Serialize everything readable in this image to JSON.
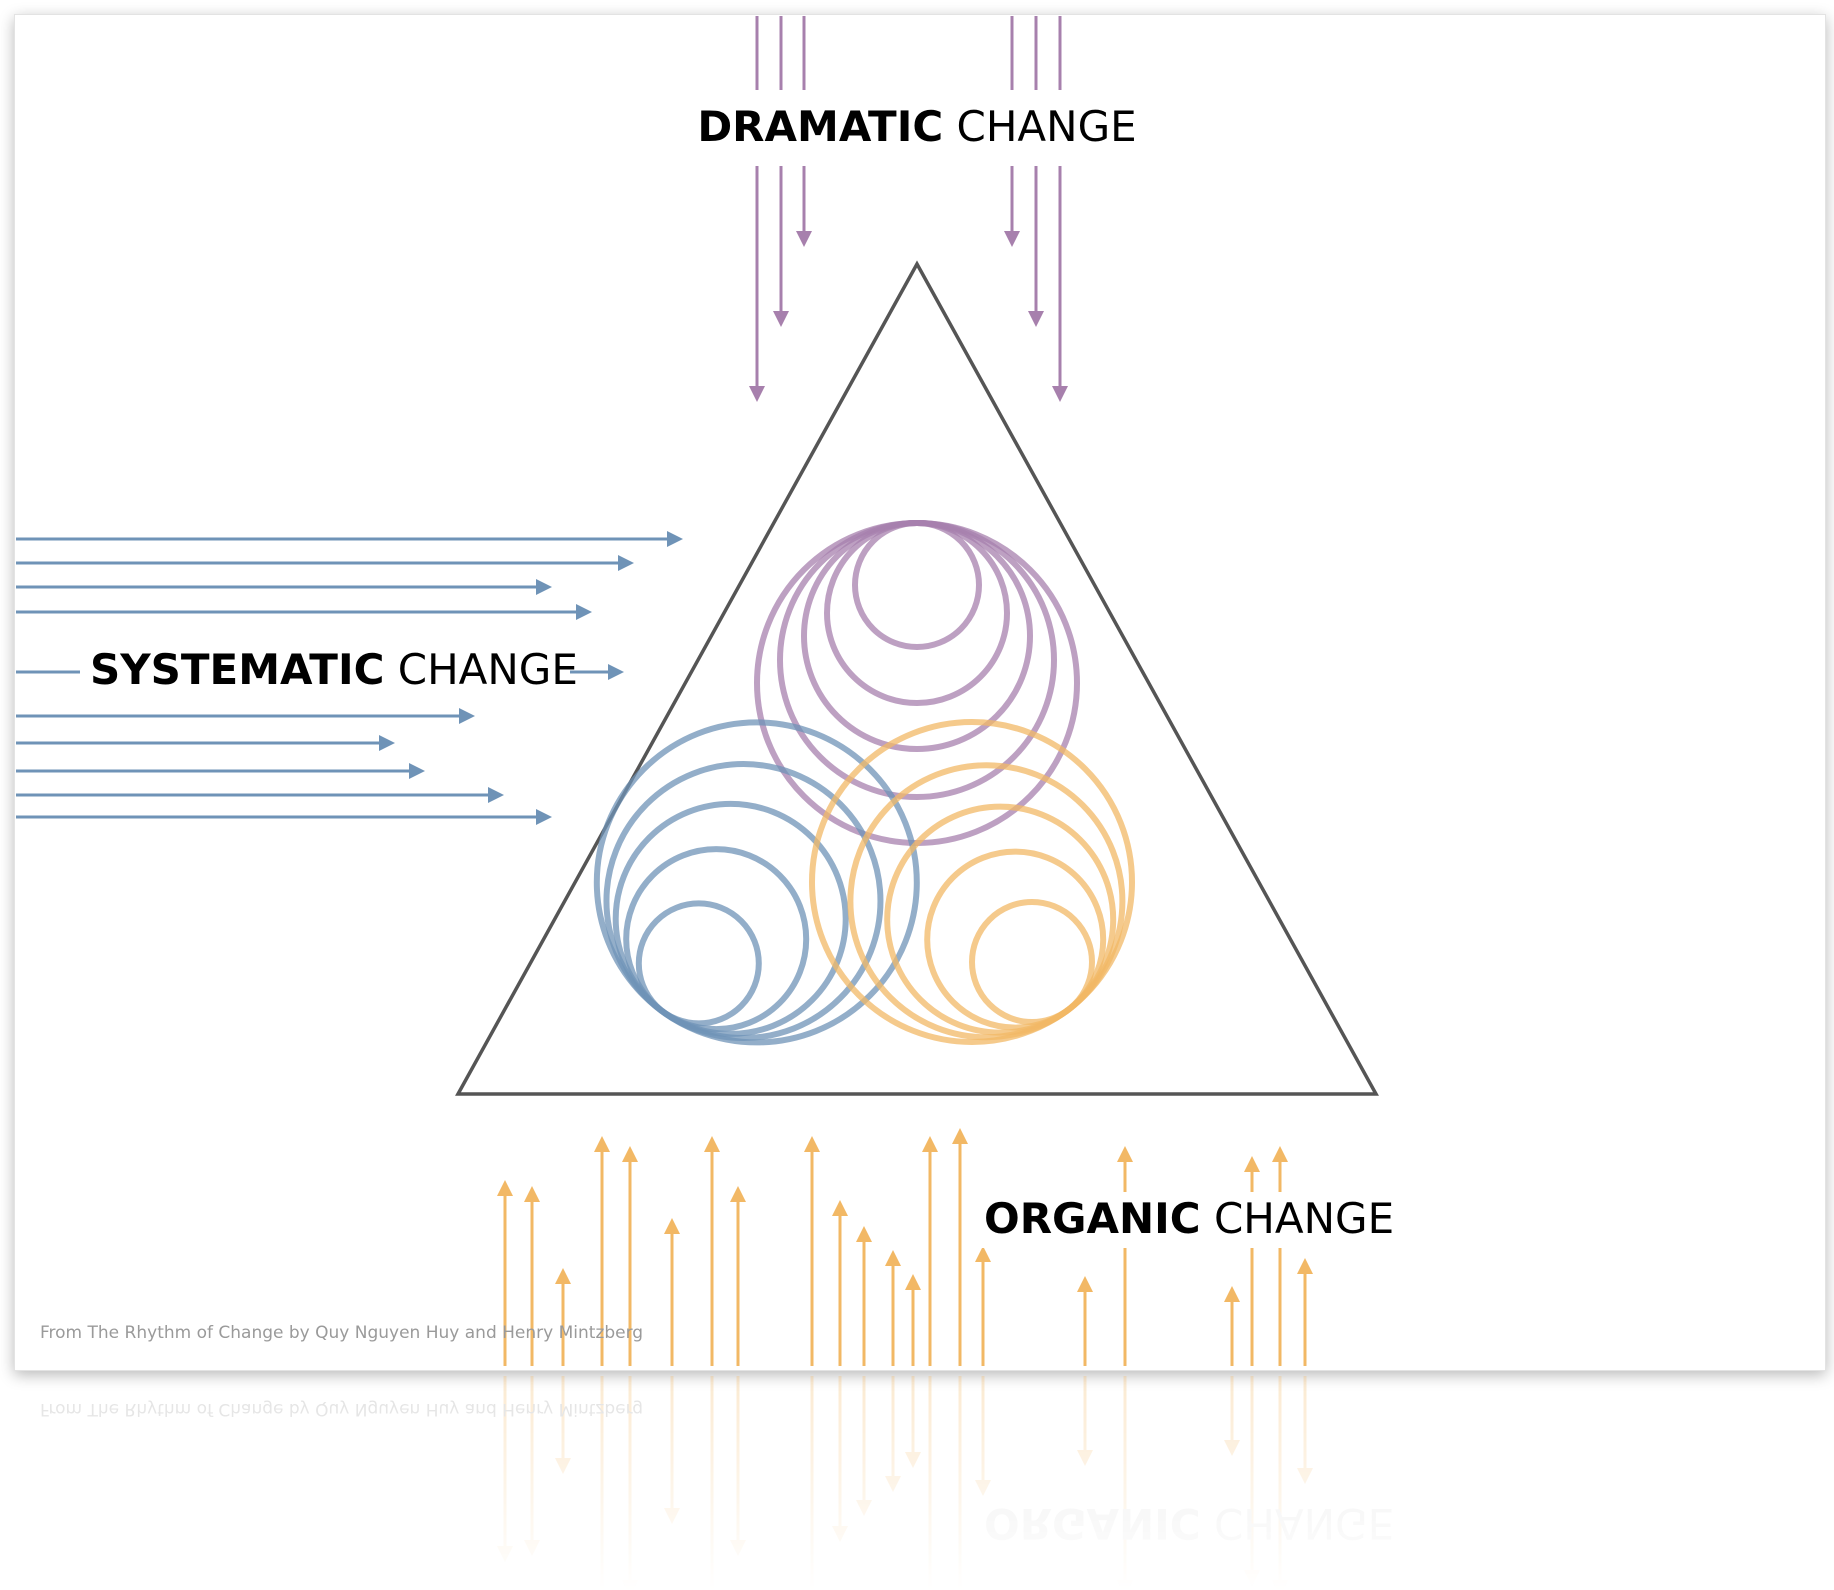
{
  "labels": {
    "dramatic_bold": "DRAMATIC",
    "dramatic_rest": " CHANGE",
    "systematic_bold": "SYSTEMATIC",
    "systematic_rest": " CHANGE",
    "organic_bold": "ORGANIC",
    "organic_rest": " CHANGE",
    "credit": "From The Rhythm of Change by Quy Nguyen Huy and Henry Mintzberg"
  },
  "colors": {
    "dramatic": "#a780ad",
    "dramatic_dark": "#7b3f87",
    "systematic": "#6f93b7",
    "systematic_dark": "#2f68a6",
    "organic": "#f2b865",
    "organic_dark": "#ee9422",
    "triangle": "#555555",
    "text": "#111111",
    "credit": "#9a9a9a"
  }
}
